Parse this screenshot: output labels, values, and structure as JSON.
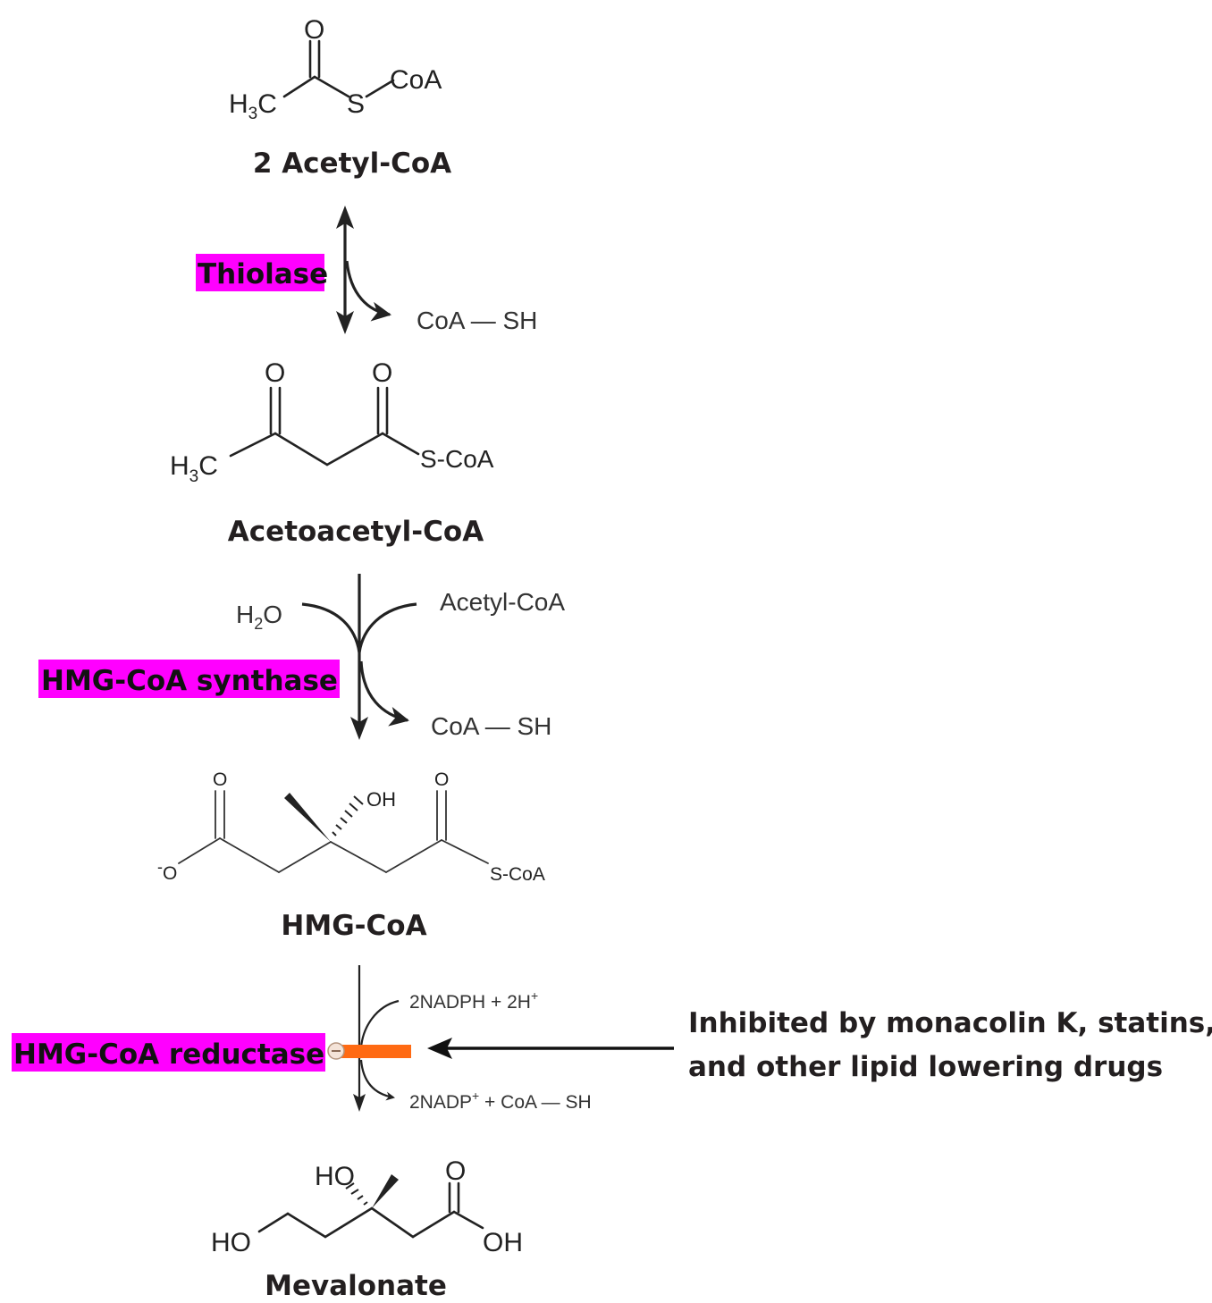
{
  "compounds": {
    "acetyl_coa": "2 Acetyl-CoA",
    "acetoacetyl_coa": "Acetoacetyl-CoA",
    "hmg_coa": "HMG-CoA",
    "mevalonate": "Mevalonate"
  },
  "enzymes": {
    "thiolase": "Thiolase",
    "hmg_synthase": "HMG-CoA synthase",
    "hmg_reductase": "HMG-CoA reductase"
  },
  "side_products": {
    "thiolase_out": "CoA — SH",
    "synthase_in_left": "H",
    "synthase_in_left_sub": "2",
    "synthase_in_left_end": "O",
    "synthase_in_right": "Acetyl-CoA",
    "synthase_out": "CoA — SH",
    "reductase_in": "2NADPH + 2H",
    "reductase_in_sup": "+",
    "reductase_out": "2NADP",
    "reductase_out_sup": "+",
    "reductase_out_end": " + CoA — SH"
  },
  "inhibition": {
    "line1": "Inhibited by monacolin K, statins,",
    "line2": "and other lipid lowering drugs",
    "symbol": "⊖"
  },
  "atoms": {
    "o": "O",
    "s": "S",
    "coa": "CoA",
    "s_coa": "S-CoA",
    "s_coa_dot": "S-CoA",
    "h3c_h": "H",
    "h3c_3": "3",
    "h3c_c": "C",
    "oh": "OH",
    "ho": "HO",
    "o_minus": "O",
    "minus": "-"
  },
  "colors": {
    "enzyme_highlight": "#ff00ff",
    "inhibitor_bar": "#ff6a13",
    "text": "#231f20"
  }
}
